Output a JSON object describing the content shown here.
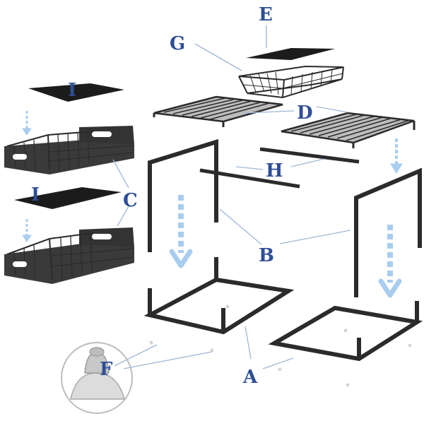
{
  "diagram": {
    "labels": {
      "a": "A",
      "b": "B",
      "c": "C",
      "d": "D",
      "e": "E",
      "f": "F",
      "g": "G",
      "h": "H",
      "i_top": "I",
      "i_bottom": "I"
    },
    "colors": {
      "label": "#2f4e96",
      "frame": "#2b2b2b",
      "pad": "#1c1c1c",
      "basket": "#3a3a3a",
      "leader": "#9fb7d6",
      "arrow": "#a9cdef"
    }
  }
}
